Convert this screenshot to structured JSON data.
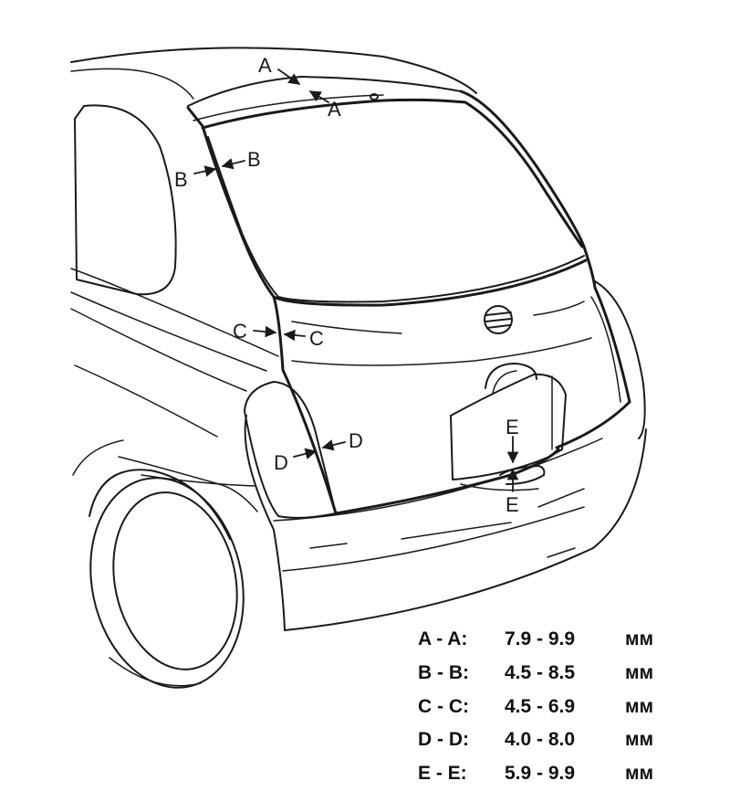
{
  "labels": {
    "a_top": "A",
    "a_bottom": "A",
    "b_left": "B",
    "b_right": "B",
    "c_left": "C",
    "c_right": "C",
    "d_left": "D",
    "d_right": "D",
    "e_top": "E",
    "e_bottom": "E"
  },
  "specs": [
    {
      "pair": "A - A:",
      "range": "7.9 - 9.9",
      "unit": "мм"
    },
    {
      "pair": "B - B:",
      "range": "4.5 - 8.5",
      "unit": "мм"
    },
    {
      "pair": "C - C:",
      "range": "4.5 - 6.9",
      "unit": "мм"
    },
    {
      "pair": "D - D:",
      "range": "4.0 - 8.0",
      "unit": "мм"
    },
    {
      "pair": "E - E:",
      "range": "5.9 - 9.9",
      "unit": "мм"
    }
  ],
  "colors": {
    "line": "#1a1a1a",
    "background": "#ffffff"
  }
}
